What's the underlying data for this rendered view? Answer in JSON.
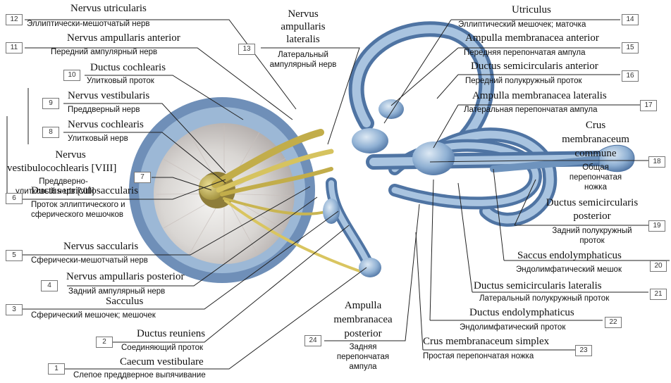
{
  "labels": [
    {
      "num": "1",
      "latin": "Caecum vestibulare",
      "russian": "Слепое преддверное выпячивание"
    },
    {
      "num": "2",
      "latin": "Ductus reuniens",
      "russian": "Соединяющий проток"
    },
    {
      "num": "3",
      "latin": "Sacculus",
      "russian": "Сферический мешочек; мешочек"
    },
    {
      "num": "4",
      "latin": "Nervus ampullaris posterior",
      "russian": "Задний ампулярный нерв"
    },
    {
      "num": "5",
      "latin": "Nervus saccularis",
      "russian": "Сферически-мешотчатый нерв"
    },
    {
      "num": "6",
      "latin": "Ductus utriculosaccularis",
      "russian_1": "Проток эллиптического и",
      "russian_2": "сферического мешочков"
    },
    {
      "num": "7",
      "latin_1": "Nervus",
      "latin_2": "vestibulocochlearis [VIII]",
      "russian_1": "Преддверно-",
      "russian_2": "улитковый нерв [VIII]"
    },
    {
      "num": "8",
      "latin": "Nervus cochlearis",
      "russian": "Улитковый нерв"
    },
    {
      "num": "9",
      "latin": "Nervus vestibularis",
      "russian": "Преддверный нерв"
    },
    {
      "num": "10",
      "latin": "Ductus cochlearis",
      "russian": "Улитковый проток"
    },
    {
      "num": "11",
      "latin": "Nervus ampullaris anterior",
      "russian": "Передний ампулярный нерв"
    },
    {
      "num": "12",
      "latin": "Nervus utricularis",
      "russian": "Эллиптически-мешотчатый нерв"
    },
    {
      "num": "13",
      "latin_1": "Nervus",
      "latin_2": "ampullaris",
      "latin_3": "lateralis",
      "russian_1": "Латеральный",
      "russian_2": "ампулярный нерв"
    },
    {
      "num": "14",
      "latin": "Utriculus",
      "russian": "Эллиптический мешочек; маточка"
    },
    {
      "num": "15",
      "latin": "Ampulla membranacea anterior",
      "russian": "Передняя перепончатая ампула"
    },
    {
      "num": "16",
      "latin": "Ductus semicircularis anterior",
      "russian": "Передний полукружный проток"
    },
    {
      "num": "17",
      "latin": "Ampulla membranacea lateralis",
      "russian": "Латеральная перепончатая ампула"
    },
    {
      "num": "18",
      "latin_1": "Crus",
      "latin_2": "membranaceum",
      "latin_3": "commune",
      "russian_1": "Общая",
      "russian_2": "перепончатая",
      "russian_3": "ножка"
    },
    {
      "num": "19",
      "latin_1": "Ductus semicircularis",
      "latin_2": "posterior",
      "russian_1": "Задний полукружный",
      "russian_2": "проток"
    },
    {
      "num": "20",
      "latin": "Saccus endolymphaticus",
      "russian": "Эндолимфатический мешок"
    },
    {
      "num": "21",
      "latin": "Ductus semicircularis lateralis",
      "russian": "Латеральный полукружный проток"
    },
    {
      "num": "22",
      "latin": "Ductus endolymphaticus",
      "russian": "Эндолимфатический проток"
    },
    {
      "num": "23",
      "latin": "Crus membranaceum simplex",
      "russian": "Простая перепончатая ножка"
    },
    {
      "num": "24",
      "latin_1": "Ampulla",
      "latin_2": "membranacea",
      "latin_3": "posterior",
      "russian_1": "Задняя",
      "russian_2": "перепончатая",
      "russian_3": "ампула"
    }
  ]
}
